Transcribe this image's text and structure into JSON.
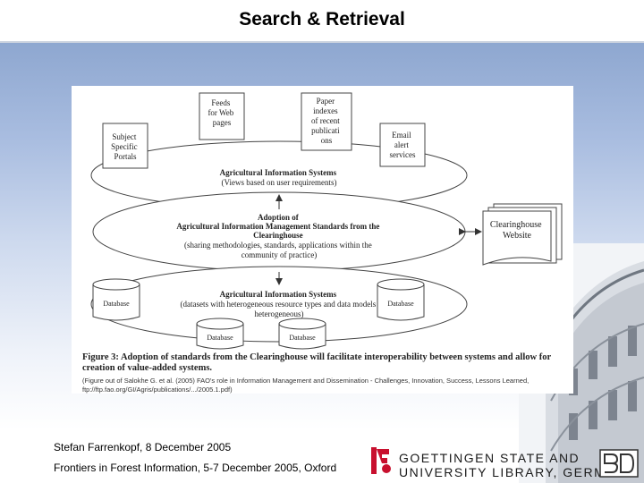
{
  "slide": {
    "title": "Search & Retrieval"
  },
  "diagram": {
    "nodes": {
      "feeds": [
        "Feeds",
        "for Web",
        "pages"
      ],
      "paper": [
        "Paper",
        "indexes",
        "of recent",
        "publicati",
        "ons"
      ],
      "subject": [
        "Subject",
        "Specific",
        "Portals"
      ],
      "email": [
        "Email",
        "alert",
        "services"
      ],
      "ais_top": [
        "Agricultural Information Systems",
        "(Views based on user requirements)"
      ],
      "adoption_bold": [
        "Adoption of",
        "Agricultural Information Management Standards from the",
        "Clearinghouse"
      ],
      "adoption_normal": [
        "(sharing methodologies, standards, applications within the",
        "community of practice)"
      ],
      "clearinghouse": [
        "Clearinghouse",
        "Website"
      ],
      "ais_bottom_bold": "Agricultural Information Systems",
      "ais_bottom_normal": [
        "(datasets with heterogeneous resource types and data models",
        "heterogeneous)"
      ],
      "database": "Database"
    },
    "caption": "Figure 3: Adoption of standards from the Clearinghouse will facilitate interoperability between systems and allow for creation of value-added systems.",
    "source_lines": [
      "(Figure out of Salokhe G. et al. (2005) FAO's role in Information Management and Dissemination - Challenges, Innovation, Success, Lessons Learned,",
      "ftp://ftp.fao.org/GI/Agris/publications/.../2005.1.pdf)"
    ]
  },
  "footer": {
    "author_line": "Stefan Farrenkopf, 8 December 2005",
    "event_line": "Frontiers in Forest Information, 5-7 December 2005, Oxford"
  },
  "logo": {
    "line1": "GOETTINGEN STATE AND",
    "line2": "UNIVERSITY LIBRARY, GERMANY",
    "brand_color": "#c8102e"
  }
}
